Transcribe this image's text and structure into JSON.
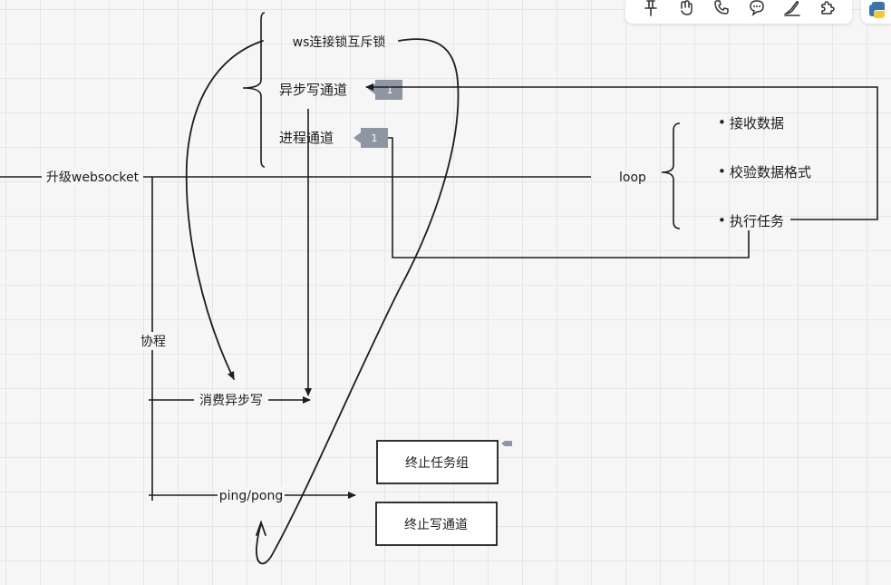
{
  "diagram": {
    "mutex_lock": "ws连接锁互斥锁",
    "async_write_channel": "异步写通道",
    "process_channel": "进程通道",
    "upgrade_websocket": "升级websocket",
    "loop": "loop",
    "receive_data": "接收数据",
    "validate_format": "校验数据格式",
    "execute_task": "执行任务",
    "coroutine": "协程",
    "consume_async_write": "消费异步写",
    "ping_pong": "ping/pong",
    "stop_task_group": "终止任务组",
    "stop_write_channel": "终止写通道",
    "badge_count_write": "1",
    "badge_count_process": "1",
    "bullet": "•"
  },
  "toolbar": {
    "tools": [
      "pin-tool-icon",
      "hand-tool-icon",
      "phone-tool-icon",
      "comment-tool-icon",
      "pen-tool-icon",
      "puzzle-tool-icon"
    ],
    "extra": "python-logo-icon"
  },
  "colors": {
    "line": "#1d1d1d",
    "badge": "#8e96a3",
    "grid": "#e6e6e6",
    "background": "#f6f6f6"
  }
}
